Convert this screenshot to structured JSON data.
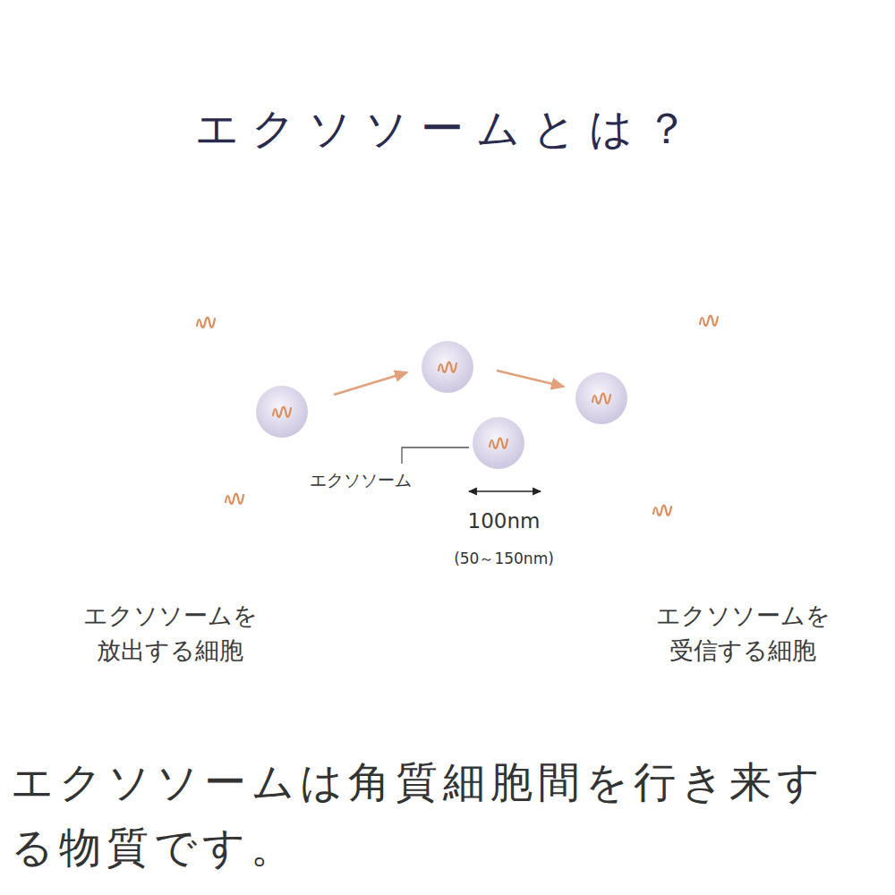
{
  "diagram": {
    "title": "エクソソームとは？",
    "caption": "エクソソームは角質細胞間を行き来する物質です。",
    "nodes": [
      {
        "text": [
          "エクソソームを 放出する細胞"
        ]
      },
      {
        "text": [
          "エクソソームを 受信する細胞"
        ]
      }
    ],
    "labels": [
      "エクソソーム",
      "100nm",
      "(50～150nm)"
    ]
  }
}
